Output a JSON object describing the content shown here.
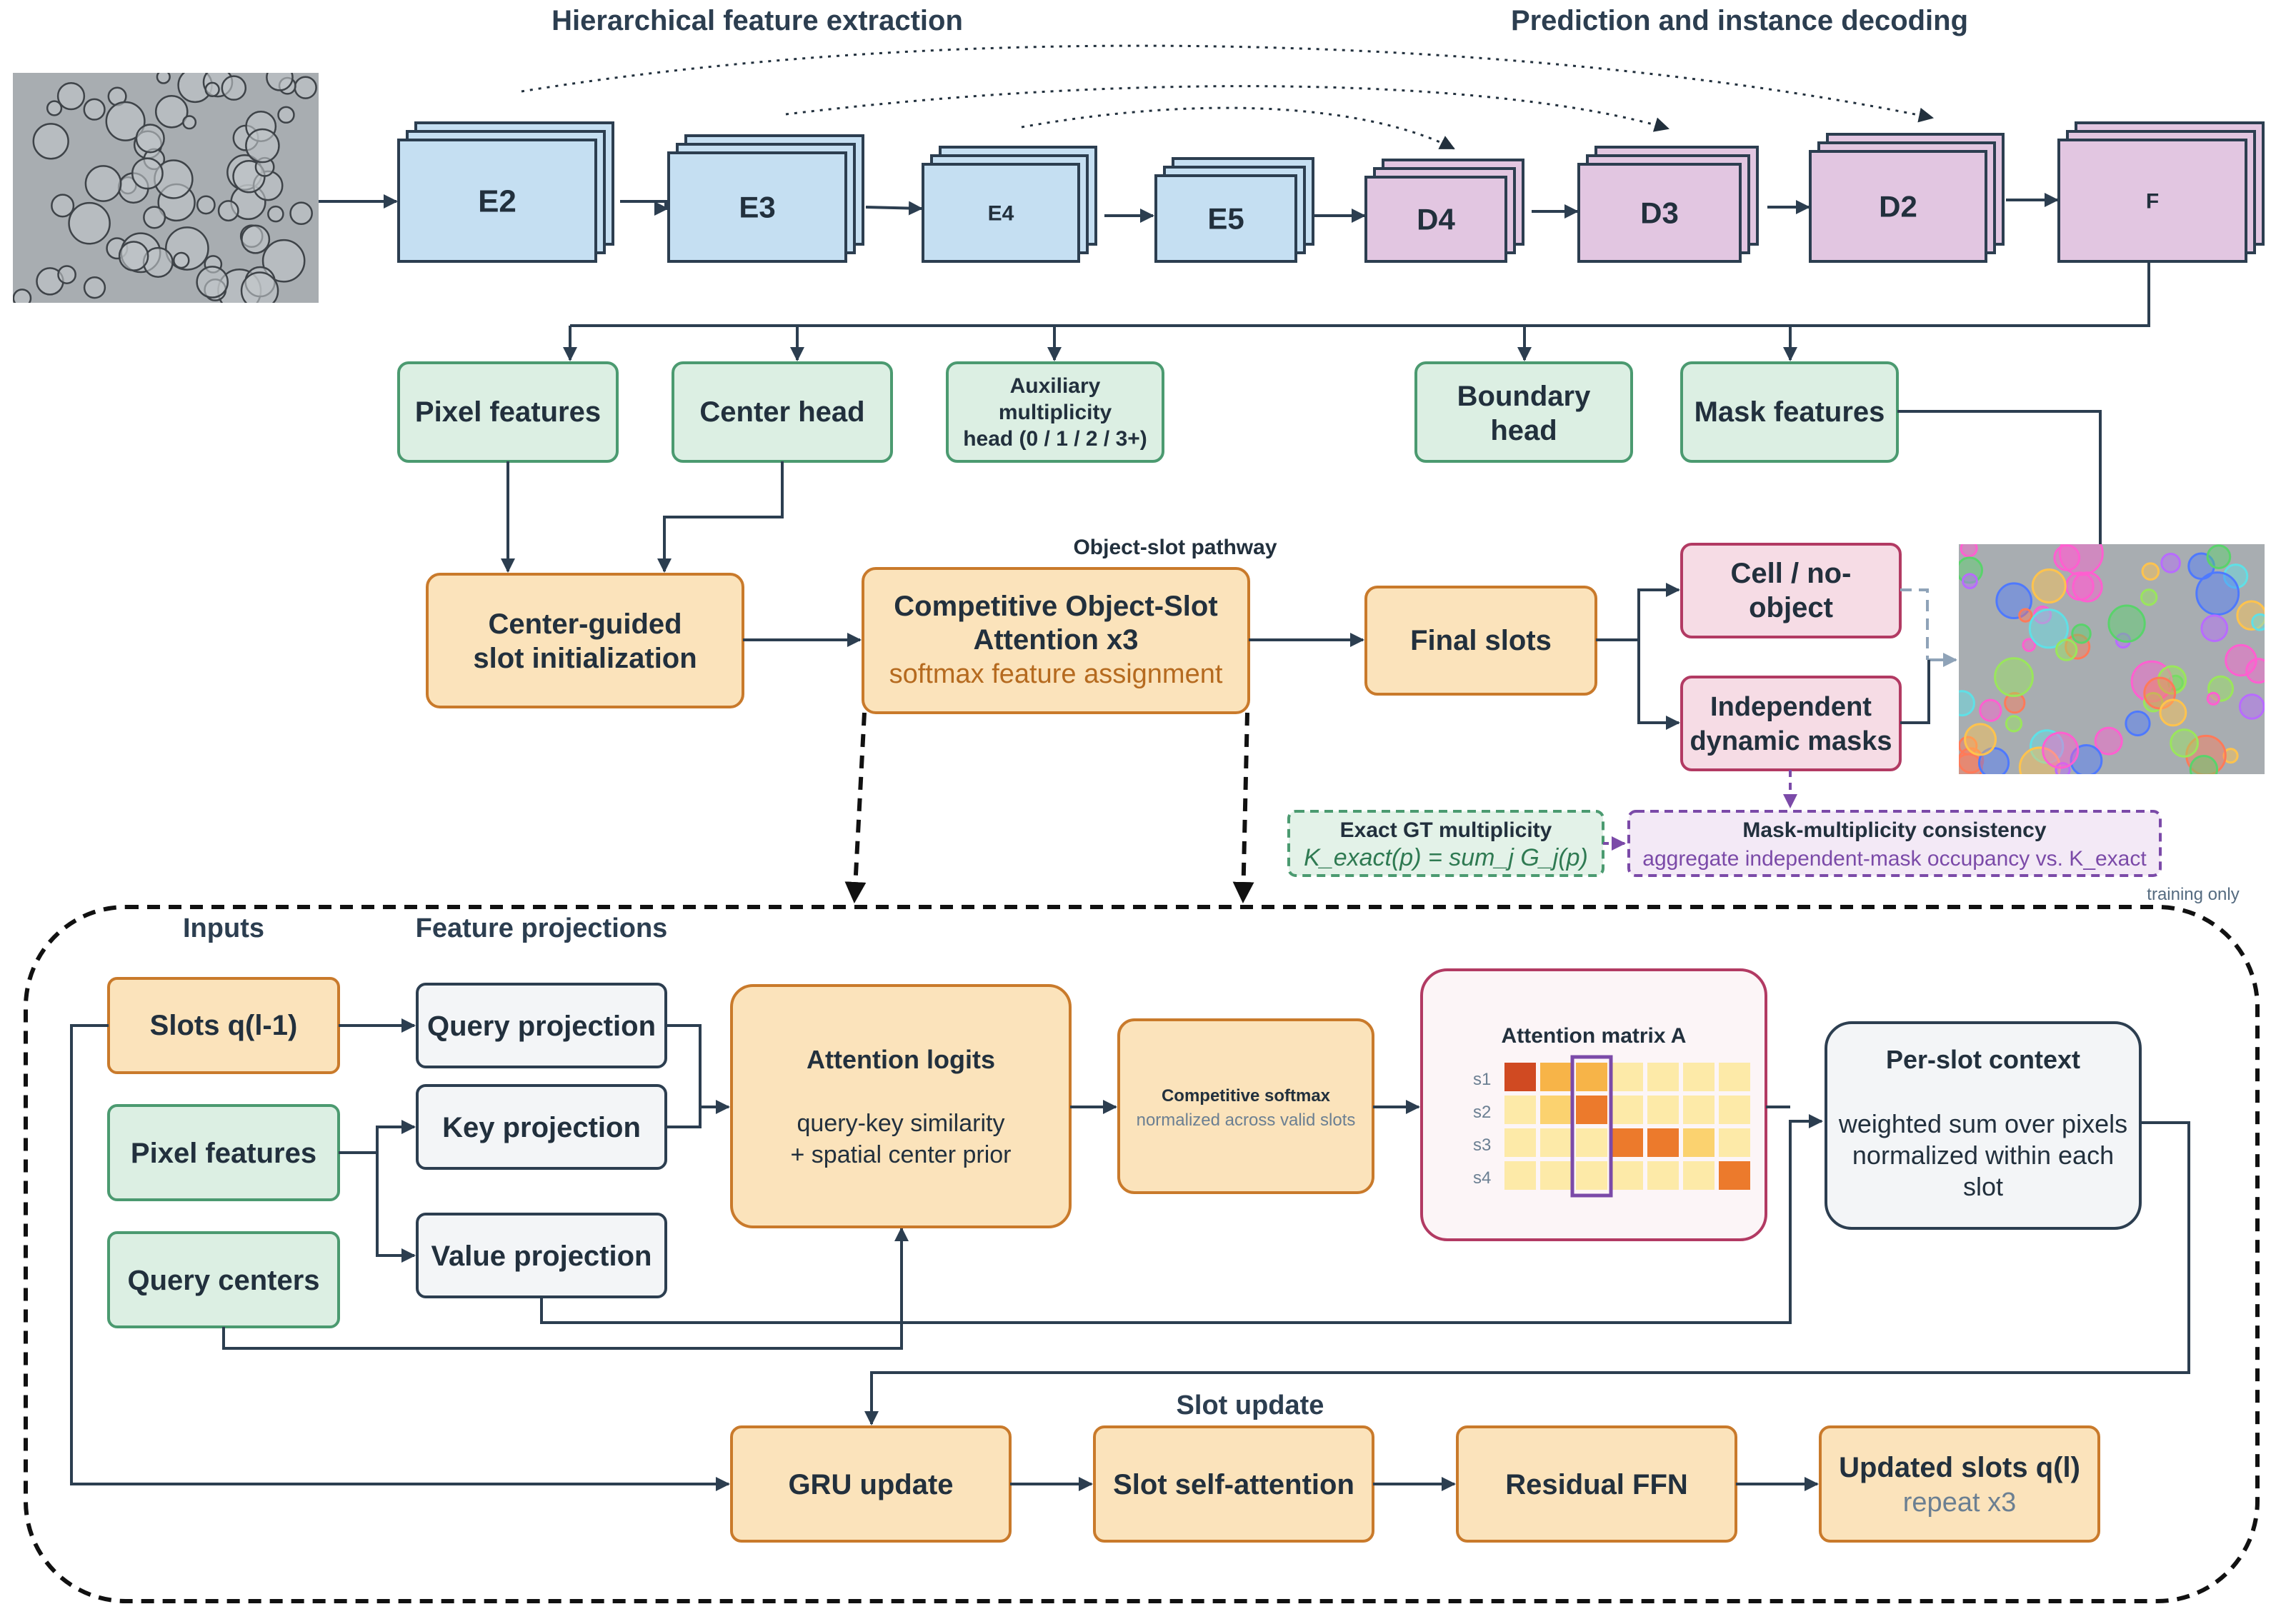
{
  "headings": {
    "encoder": "Hierarchical feature extraction",
    "decoder": "Prediction and instance decoding"
  },
  "encoder_blocks": [
    "E2",
    "E3",
    "E4",
    "E5"
  ],
  "decoder_blocks": [
    "D4",
    "D3",
    "D2",
    "F"
  ],
  "heads": {
    "pixel_features": "Pixel features",
    "center_head": "Center head",
    "aux_line1": "Auxiliary",
    "aux_line2": "multiplicity",
    "aux_line3": "head (0 / 1 / 2 / 3+)",
    "boundary_line1": "Boundary",
    "boundary_line2": "head",
    "mask_features": "Mask features"
  },
  "pathway": {
    "label": "Object-slot pathway",
    "init_line1": "Center-guided",
    "init_line2": "slot initialization",
    "cosa_line1": "Competitive Object-Slot",
    "cosa_line2": "Attention x3",
    "cosa_sub": "softmax feature assignment",
    "final_slots": "Final slots",
    "cell_line1": "Cell / no-",
    "cell_line2": "object",
    "masks_line1": "Independent",
    "masks_line2": "dynamic masks"
  },
  "training": {
    "gt_title": "Exact GT multiplicity",
    "gt_formula": "K_exact(p) = sum_j G_j(p)",
    "consistency_title": "Mask-multiplicity consistency",
    "consistency_sub": "aggregate independent-mask occupancy vs. K_exact",
    "note": "training only"
  },
  "detail": {
    "inputs_label": "Inputs",
    "projections_label": "Feature projections",
    "slots_prev": "Slots q(l-1)",
    "pixel_features": "Pixel features",
    "query_centers": "Query centers",
    "query_proj": "Query projection",
    "key_proj": "Key projection",
    "value_proj": "Value projection",
    "logits_title": "Attention logits",
    "logits_line1": "query-key similarity",
    "logits_line2": "+ spatial center prior",
    "softmax_title": "Competitive softmax",
    "softmax_sub": "normalized across valid slots",
    "matrix_title": "Attention matrix A",
    "matrix_rows": [
      "s1",
      "s2",
      "s3",
      "s4"
    ],
    "context_title": "Per-slot context",
    "context_line1": "weighted sum over pixels",
    "context_line2": "normalized within each",
    "context_line3": "slot",
    "update_label": "Slot update",
    "gru": "GRU update",
    "self_attn": "Slot self-attention",
    "ffn": "Residual FFN",
    "updated_title": "Updated slots q(l)",
    "updated_sub": "repeat x3"
  },
  "colors": {
    "encoder_fill": "#c5dff2",
    "decoder_fill": "#e2c6e1",
    "head_fill": "#dcefe3",
    "slot_fill": "#fbe3bb",
    "output_fill": "#f6dce5",
    "highlight": "#7b4aa8"
  },
  "icons": {
    "input_image": "microscopy-cell-image-icon",
    "output_image": "instance-segmentation-overlay-icon"
  },
  "attention_matrix": [
    [
      0.95,
      0.55,
      0.45,
      0.15,
      0.12,
      0.15,
      0.15
    ],
    [
      0.2,
      0.35,
      0.7,
      0.15,
      0.2,
      0.15,
      0.15
    ],
    [
      0.15,
      0.2,
      0.15,
      0.65,
      0.85,
      0.4,
      0.15
    ],
    [
      0.12,
      0.15,
      0.12,
      0.15,
      0.15,
      0.2,
      0.7
    ]
  ]
}
